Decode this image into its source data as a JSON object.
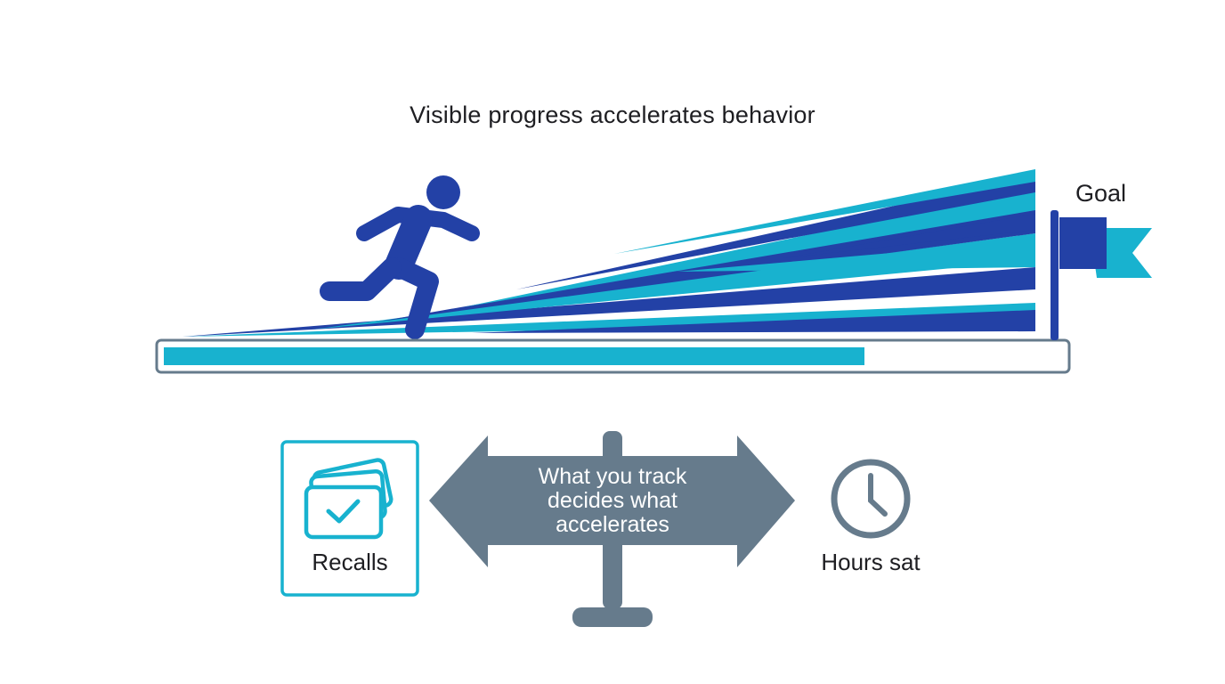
{
  "title": "Visible progress accelerates behavior",
  "goal": {
    "label": "Goal",
    "flag_icon": "goal-flag-icon"
  },
  "progress": {
    "fraction": 0.78
  },
  "runner_icon": "running-person-icon",
  "left_card": {
    "label": "Recalls",
    "icon": "flashcards-check-icon"
  },
  "signpost": {
    "lines": [
      "What you track",
      "decides what",
      "accelerates"
    ],
    "icon": "double-arrow-signpost-icon"
  },
  "right_item": {
    "label": "Hours sat",
    "icon": "clock-icon"
  },
  "colors": {
    "navy": "#2341a6",
    "teal": "#18b2cf",
    "slate": "#667b8c",
    "text": "#1e1e22"
  }
}
